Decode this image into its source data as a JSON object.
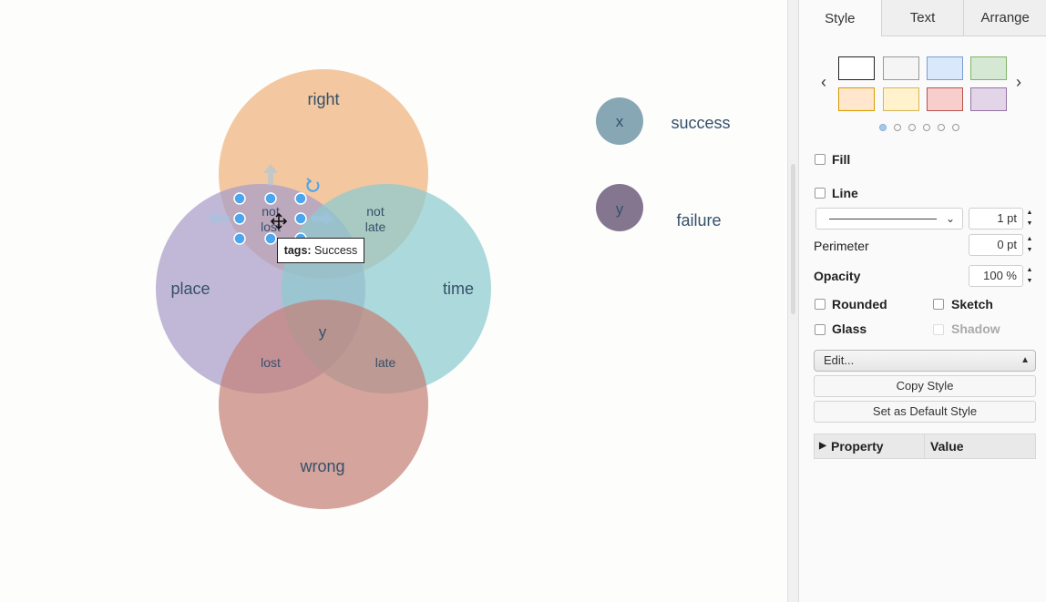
{
  "canvas": {
    "circles": {
      "right": "right",
      "place": "place",
      "time": "time",
      "wrong": "wrong"
    },
    "overlaps": {
      "not_lost_1": "not",
      "not_lost_2": "lost",
      "not_late_1": "not",
      "not_late_2": "late",
      "center": "y",
      "lost": "lost",
      "late": "late"
    },
    "legend": {
      "x_symbol": "x",
      "x_label": "success",
      "y_symbol": "y",
      "y_label": "failure"
    },
    "tooltip": {
      "key": "tags:",
      "value": "Success"
    }
  },
  "panel": {
    "tabs": [
      "Style",
      "Text",
      "Arrange"
    ],
    "active_tab": "Style",
    "swatches": [
      "#ffffff",
      "#f5f5f5",
      "#dae8fc",
      "#d5e8d4",
      "#ffe6cc",
      "#fff2cc",
      "#f8cecc",
      "#e1d5e7"
    ],
    "fill_label": "Fill",
    "line_label": "Line",
    "line_width": "1 pt",
    "perimeter_label": "Perimeter",
    "perimeter_value": "0 pt",
    "opacity_label": "Opacity",
    "opacity_value": "100 %",
    "rounded_label": "Rounded",
    "sketch_label": "Sketch",
    "glass_label": "Glass",
    "shadow_label": "Shadow",
    "edit_select": "Edit...",
    "copy_style": "Copy Style",
    "set_default_style": "Set as Default Style",
    "property_header": "Property",
    "value_header": "Value"
  },
  "colors": {
    "right_circle": "#f0b985",
    "place_circle": "#a89cc8",
    "time_circle": "#8ccbcf",
    "wrong_circle": "#c48179",
    "legend_x": "#7c9fac",
    "legend_y": "#7a6a86",
    "handle": "#3d9eee"
  }
}
